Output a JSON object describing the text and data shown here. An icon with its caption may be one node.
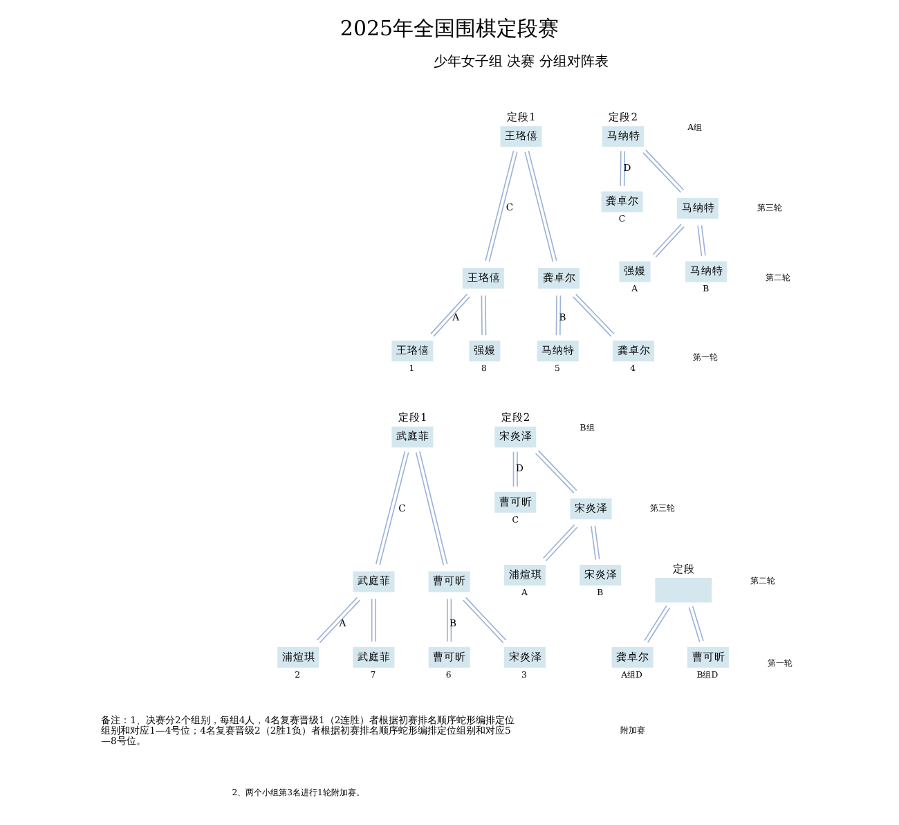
{
  "diagram": {
    "title": "2025年全国围棋定段赛",
    "nodes": [
      {
        "text": [
          "定段1",
          "王珞僖"
        ]
      },
      {
        "text": [
          "王珞僖"
        ]
      },
      {
        "text": [
          "龚卓尔"
        ]
      },
      {
        "text": [
          "王珞僖"
        ],
        "beside": [
          "1"
        ]
      },
      {
        "text": [
          "强嫚"
        ],
        "beside": [
          "8"
        ]
      },
      {
        "text": [
          "马纳特"
        ],
        "beside": [
          "5"
        ]
      },
      {
        "text": [
          "龚卓尔"
        ],
        "beside": [
          "4"
        ]
      },
      {
        "text": [
          "定段2",
          "马纳特"
        ]
      },
      {
        "text": [
          "龚卓尔"
        ],
        "beside": [
          "C"
        ]
      },
      {
        "text": [
          "马纳特"
        ]
      },
      {
        "text": [
          "强嫚"
        ],
        "beside": [
          "A"
        ]
      },
      {
        "text": [
          "马纳特"
        ],
        "beside": [
          "B"
        ]
      },
      {
        "text": [
          "定段1",
          "武庭菲"
        ]
      },
      {
        "text": [
          "武庭菲"
        ]
      },
      {
        "text": [
          "曹可昕"
        ]
      },
      {
        "text": [
          "浦煊琪"
        ],
        "beside": [
          "2"
        ]
      },
      {
        "text": [
          "武庭菲"
        ],
        "beside": [
          "7"
        ]
      },
      {
        "text": [
          "曹可昕"
        ],
        "beside": [
          "6"
        ]
      },
      {
        "text": [
          "宋炎泽"
        ],
        "beside": [
          "3"
        ]
      },
      {
        "text": [
          "定段2",
          "宋炎泽"
        ]
      },
      {
        "text": [
          "曹可昕"
        ],
        "beside": [
          "C"
        ]
      },
      {
        "text": [
          "宋炎泽"
        ]
      },
      {
        "text": [
          "浦煊琪"
        ],
        "beside": [
          "A"
        ]
      },
      {
        "text": [
          "宋炎泽"
        ],
        "beside": [
          "B"
        ]
      },
      {
        "text": [
          "定段"
        ]
      },
      {
        "text": [
          "龚卓尔"
        ],
        "beside": [
          "A组D"
        ]
      },
      {
        "text": [
          "曹可昕"
        ],
        "beside": [
          "B组D"
        ]
      }
    ],
    "edges": [
      {
        "from": 3,
        "to": 1,
        "arrow": "none",
        "label": "A"
      },
      {
        "from": 4,
        "to": 1,
        "arrow": "none"
      },
      {
        "from": 5,
        "to": 2,
        "arrow": "none",
        "label": "B"
      },
      {
        "from": 6,
        "to": 2,
        "arrow": "none"
      },
      {
        "from": 1,
        "to": 0,
        "arrow": "none",
        "label": "C"
      },
      {
        "from": 2,
        "to": 0,
        "arrow": "none"
      },
      {
        "from": 8,
        "to": 7,
        "arrow": "none",
        "label": "D"
      },
      {
        "from": 9,
        "to": 7,
        "arrow": "none"
      },
      {
        "from": 10,
        "to": 9,
        "arrow": "none"
      },
      {
        "from": 11,
        "to": 9,
        "arrow": "none"
      },
      {
        "from": 15,
        "to": 13,
        "arrow": "none",
        "label": "A"
      },
      {
        "from": 16,
        "to": 13,
        "arrow": "none"
      },
      {
        "from": 17,
        "to": 14,
        "arrow": "none",
        "label": "B"
      },
      {
        "from": 18,
        "to": 14,
        "arrow": "none"
      },
      {
        "from": 13,
        "to": 12,
        "arrow": "none",
        "label": "C"
      },
      {
        "from": 14,
        "to": 12,
        "arrow": "none"
      },
      {
        "from": 20,
        "to": 19,
        "arrow": "none",
        "label": "D"
      },
      {
        "from": 21,
        "to": 19,
        "arrow": "none"
      },
      {
        "from": 22,
        "to": 21,
        "arrow": "none"
      },
      {
        "from": 23,
        "to": 21,
        "arrow": "none"
      },
      {
        "from": 25,
        "to": 24,
        "arrow": "none"
      },
      {
        "from": 26,
        "to": 24,
        "arrow": "none"
      }
    ],
    "labels": [
      "少年女子组 决赛 分组对阵表",
      "A组",
      "第三轮",
      "第二轮",
      "第一轮",
      "B组",
      "第三轮",
      "第二轮",
      "第一轮",
      "附加赛",
      "备注：1、决赛分2个组别，每组4人，4名复赛晋级1（2连胜）者根据初赛排名顺序蛇形编排定位组别和对应1—4号位；4名复赛晋级2（2胜1负）者根据初赛排名顺序蛇形编排定位组别和对应5—8号位。",
      "2、两个小组第3名进行1轮附加赛。"
    ]
  }
}
